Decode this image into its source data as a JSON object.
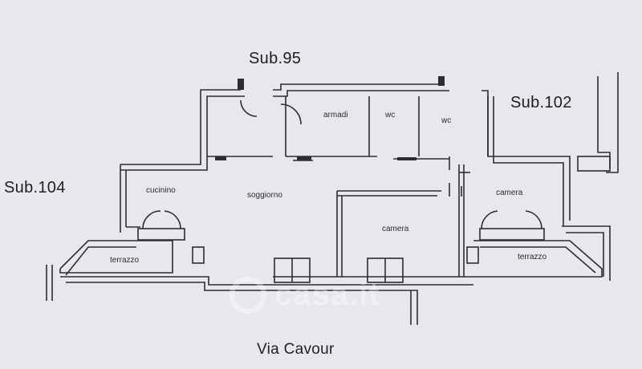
{
  "neighbors": {
    "top": "Sub.95",
    "right": "Sub.102",
    "left": "Sub.104"
  },
  "street": "Via Cavour",
  "rooms": {
    "armadi": "armadi",
    "wc1": "wc",
    "wc2": "wc",
    "cucinino": "cucinino",
    "soggiorno": "soggiorno",
    "camera_center": "camera",
    "camera_right": "camera",
    "terrazzo_left": "terrazzo",
    "terrazzo_right": "terrazzo"
  },
  "watermark": "casa.it",
  "colors": {
    "background": "#e6e8ee",
    "line": "#2b2d33",
    "text": "#1d1f26"
  }
}
